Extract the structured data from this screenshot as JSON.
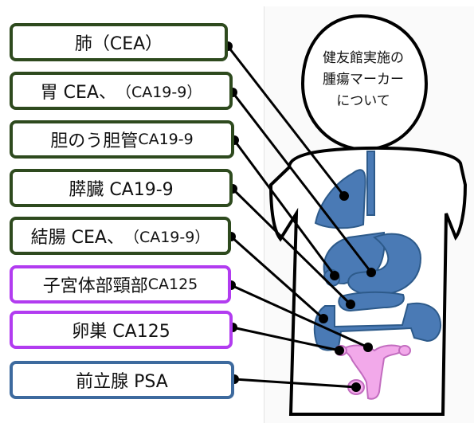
{
  "head": {
    "lines": [
      "健友館実施の",
      "腫瘍マーカー",
      "について"
    ]
  },
  "labels": [
    {
      "id": "lung",
      "main": "肺（CEA）",
      "sub": ""
    },
    {
      "id": "stomach",
      "main": "胃  CEA、",
      "sub": "（CA19-9）"
    },
    {
      "id": "gallbladder",
      "main": "胆のう胆管  ",
      "sub": "CA19-9"
    },
    {
      "id": "pancreas",
      "main": "膵臓  CA19-9",
      "sub": ""
    },
    {
      "id": "colon",
      "main": "結腸 CEA、",
      "sub": "（CA19-9）"
    },
    {
      "id": "uterus",
      "main": "子宮体部頸部 ",
      "sub": "CA125"
    },
    {
      "id": "ovary",
      "main": "卵巣   CA125",
      "sub": ""
    },
    {
      "id": "prostate",
      "main": "前立腺  PSA",
      "sub": ""
    }
  ],
  "colors": {
    "organ_fill": "#4a7ab5",
    "organ_stroke": "#2d5a8a",
    "reproductive_fill": "#f2a9ea",
    "reproductive_stroke": "#c26cbf",
    "box_green": "#2e4a1e",
    "box_purple": "#b23cf0",
    "box_blue": "#3d6a9e"
  }
}
